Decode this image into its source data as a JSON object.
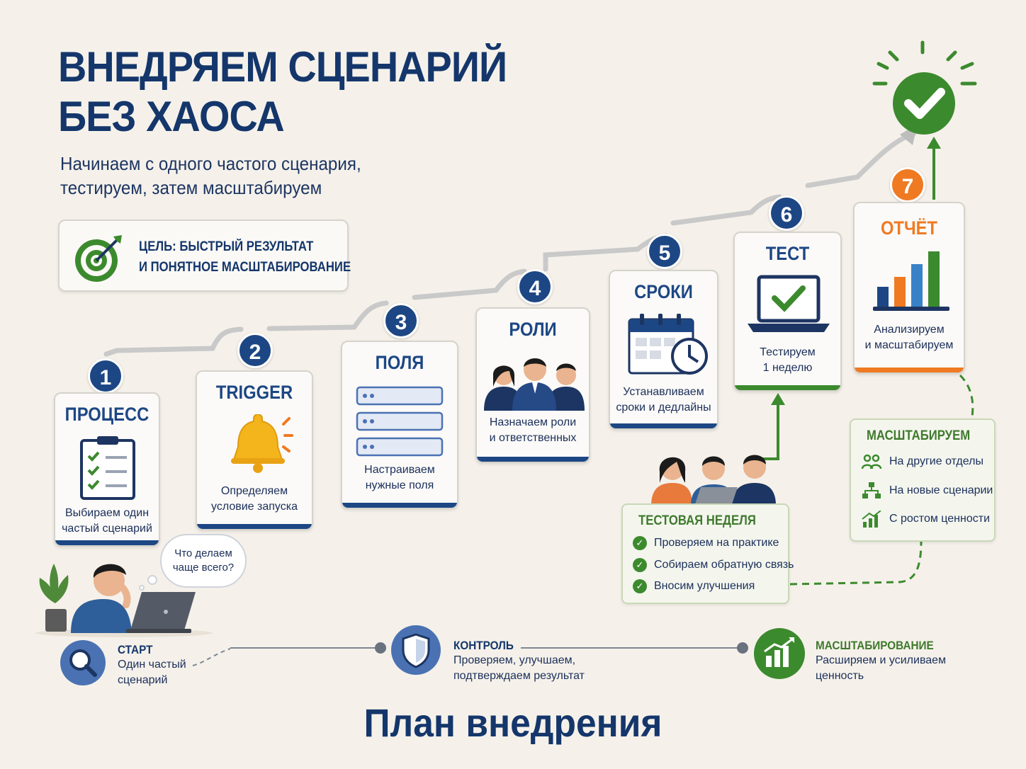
{
  "title": {
    "line1": "ВНЕДРЯЕМ СЦЕНАРИЙ",
    "line2": "БЕЗ ХАОСА"
  },
  "subtitle": {
    "line1": "Начинаем с одного частого сценария,",
    "line2": "тестируем, затем масштабируем"
  },
  "goal": {
    "line1": "ЦЕЛЬ: БЫСТРЫЙ РЕЗУЛЬТАТ",
    "line2": "И ПОНЯТНОЕ МАСШТАБИРОВАНИЕ",
    "icon": "target-icon"
  },
  "steps": [
    {
      "num": "1",
      "title": "ПРОЦЕСС",
      "desc1": "Выбираем один",
      "desc2": "частый сценарий",
      "icon": "checklist-icon"
    },
    {
      "num": "2",
      "title": "TRIGGER",
      "desc1": "Определяем",
      "desc2": "условие запуска",
      "icon": "bell-icon"
    },
    {
      "num": "3",
      "title": "ПОЛЯ",
      "desc1": "Настраиваем",
      "desc2": "нужные поля",
      "icon": "fields-icon"
    },
    {
      "num": "4",
      "title": "РОЛИ",
      "desc1": "Назначаем роли",
      "desc2": "и ответственных",
      "icon": "team-icon"
    },
    {
      "num": "5",
      "title": "СРОКИ",
      "desc1": "Устанавливаем",
      "desc2": "сроки и дедлайны",
      "icon": "calendar-clock-icon"
    },
    {
      "num": "6",
      "title": "ТЕСТ",
      "desc1": "Тестируем",
      "desc2": "1 неделю",
      "icon": "laptop-check-icon"
    },
    {
      "num": "7",
      "title": "ОТЧЁТ",
      "desc1": "Анализируем",
      "desc2": "и масштабируем",
      "icon": "bar-chart-icon"
    }
  ],
  "thought": {
    "line1": "Что делаем",
    "line2": "чаще всего?"
  },
  "test_week": {
    "title": "ТЕСТОВАЯ НЕДЕЛЯ",
    "items": [
      "Проверяем на практике",
      "Собираем обратную связь",
      "Вносим улучшения"
    ]
  },
  "scale": {
    "title": "МАСШТАБИРУЕМ",
    "items": [
      "На другие отделы",
      "На новые сценарии",
      "С ростом ценности"
    ]
  },
  "bottom": {
    "start": {
      "title": "СТАРТ",
      "desc1": "Один частый",
      "desc2": "сценарий"
    },
    "control": {
      "title": "КОНТРОЛЬ",
      "desc1": "Проверяем, улучшаем,",
      "desc2": "подтверждаем результат"
    },
    "scaling": {
      "title": "МАСШТАБИРОВАНИЕ",
      "desc1": "Расширяем и усиливаем",
      "desc2": "ценность"
    }
  },
  "footer": "План внедрения",
  "colors": {
    "navy": "#14366b",
    "blue": "#1d4784",
    "green": "#3c8a2e",
    "orange": "#ef7a22"
  }
}
